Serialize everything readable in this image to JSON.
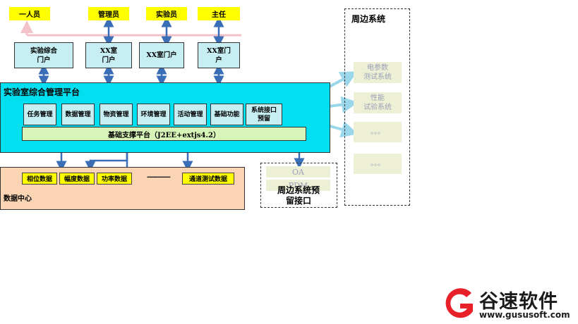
{
  "users": [
    "一人员",
    "管理员",
    "实验员",
    "主任"
  ],
  "portals": [
    "实验综合\n门户",
    "XX室\n门户",
    "XX室门户",
    "XX室门\n户"
  ],
  "platform": {
    "title": "实验室综合管理平台",
    "modules": [
      "任务管理",
      "数据管理",
      "物资管理",
      "环境管理",
      "活动管理",
      "基础功能",
      "系统接口\n预留"
    ],
    "support": "基础支撑平台（J2EE+extjs4.2）"
  },
  "data_center": {
    "title": "数据中心",
    "items": [
      "相位数据",
      "幅度数据",
      "功率数据",
      "通道测试数据"
    ],
    "ellipsis": "------------"
  },
  "peripheral": {
    "title": "周边系统",
    "items": [
      "电参数\n测试系统",
      "性能\n试验系统",
      "。。。",
      "。。。"
    ]
  },
  "reserved": {
    "title": "周边系统预\n留接口",
    "items": [
      "OA",
      "PDM"
    ]
  },
  "logo": {
    "name": "谷速软件",
    "url": "www.gususoft.com",
    "brand_color": "#e8202a"
  },
  "colors": {
    "user_fill": "#ffff00",
    "platform_fill": "#00e0f0",
    "arrow": "#3a6fb8",
    "peripheral_arrow": "#9ad7ea",
    "user_arrow_faded": "#f3c2c8"
  }
}
